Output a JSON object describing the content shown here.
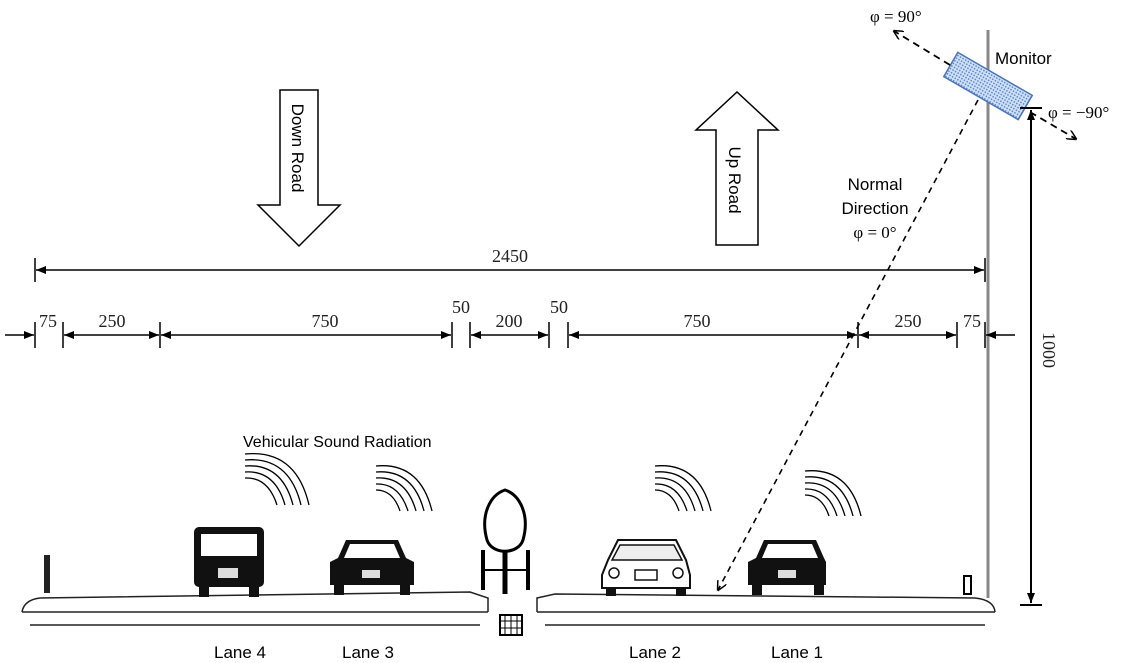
{
  "labels": {
    "phi_90": "φ = 90°",
    "monitor": "Monitor",
    "phi_minus_90": "φ = −90°",
    "normal_line1": "Normal",
    "normal_line2": "Direction",
    "phi_0": "φ = 0°",
    "down_road": "Down Road",
    "up_road": "Up Road",
    "sound_radiation": "Vehicular Sound Radiation",
    "height": "1000",
    "total_width": "2450"
  },
  "dimensions": [
    "75",
    "250",
    "750",
    "50",
    "200",
    "50",
    "750",
    "250",
    "75"
  ],
  "lanes": [
    "Lane 4",
    "Lane 3",
    "Lane 2",
    "Lane 1"
  ],
  "colors": {
    "monitor_fill": "#a9c8ee",
    "monitor_stroke": "#4a74b8",
    "pole": "#888888"
  }
}
